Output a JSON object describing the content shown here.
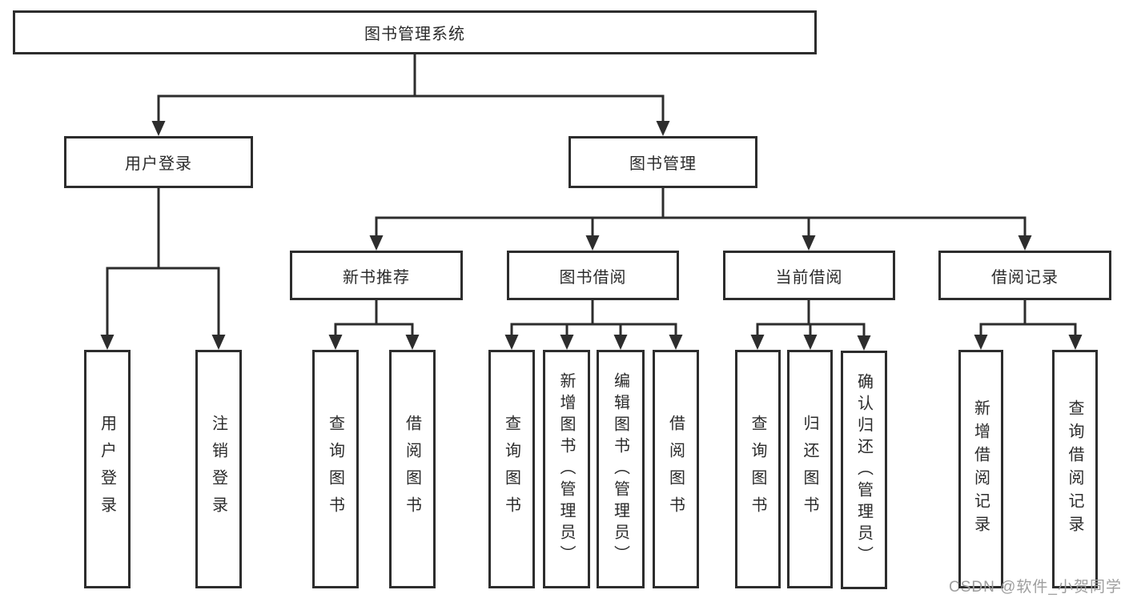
{
  "diagram_title": "图书管理系统",
  "colors": {
    "line": "#2d2d2d",
    "text": "#2b2b2b",
    "background": "#ffffff",
    "watermark": "#9e9e9e"
  },
  "watermark": "CSDN @软件_小贺同学",
  "nodes": {
    "root": {
      "label": "图书管理系统"
    },
    "user_login": {
      "label": "用户登录"
    },
    "book_mgmt": {
      "label": "图书管理"
    },
    "new_book_rec": {
      "label": "新书推荐"
    },
    "book_borrow": {
      "label": "图书借阅"
    },
    "current_borrow": {
      "label": "当前借阅"
    },
    "borrow_record": {
      "label": "借阅记录"
    },
    "leaf_user_login": {
      "label": "用户登录"
    },
    "leaf_logout": {
      "label": "注销登录"
    },
    "leaf_nb_query": {
      "label": "查询图书"
    },
    "leaf_nb_borrow": {
      "label": "借阅图书"
    },
    "leaf_bb_query": {
      "label": "查询图书"
    },
    "leaf_bb_add": {
      "label": "新增图书（管理员）"
    },
    "leaf_bb_edit": {
      "label": "编辑图书（管理员）"
    },
    "leaf_bb_borrow": {
      "label": "借阅图书"
    },
    "leaf_cb_query": {
      "label": "查询图书"
    },
    "leaf_cb_return": {
      "label": "归还图书"
    },
    "leaf_cb_confirm": {
      "label": "确认归还（管理员）"
    },
    "leaf_br_add": {
      "label": "新增借阅记录"
    },
    "leaf_br_query": {
      "label": "查询借阅记录"
    }
  }
}
